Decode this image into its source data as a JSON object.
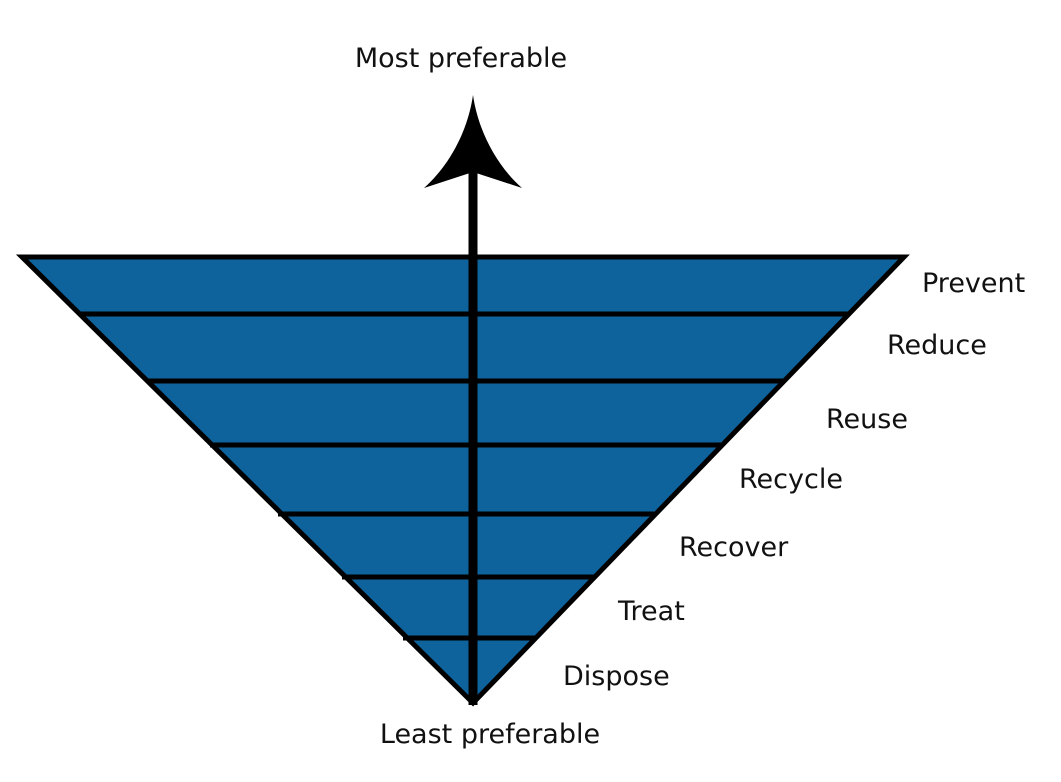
{
  "top_label": "Most preferable",
  "bottom_label": "Least preferable",
  "levels": [
    "Prevent",
    "Reduce",
    "Reuse",
    "Recycle",
    "Recover",
    "Treat",
    "Dispose"
  ],
  "colors": {
    "fill": "#0e639c",
    "stroke": "#000000"
  }
}
